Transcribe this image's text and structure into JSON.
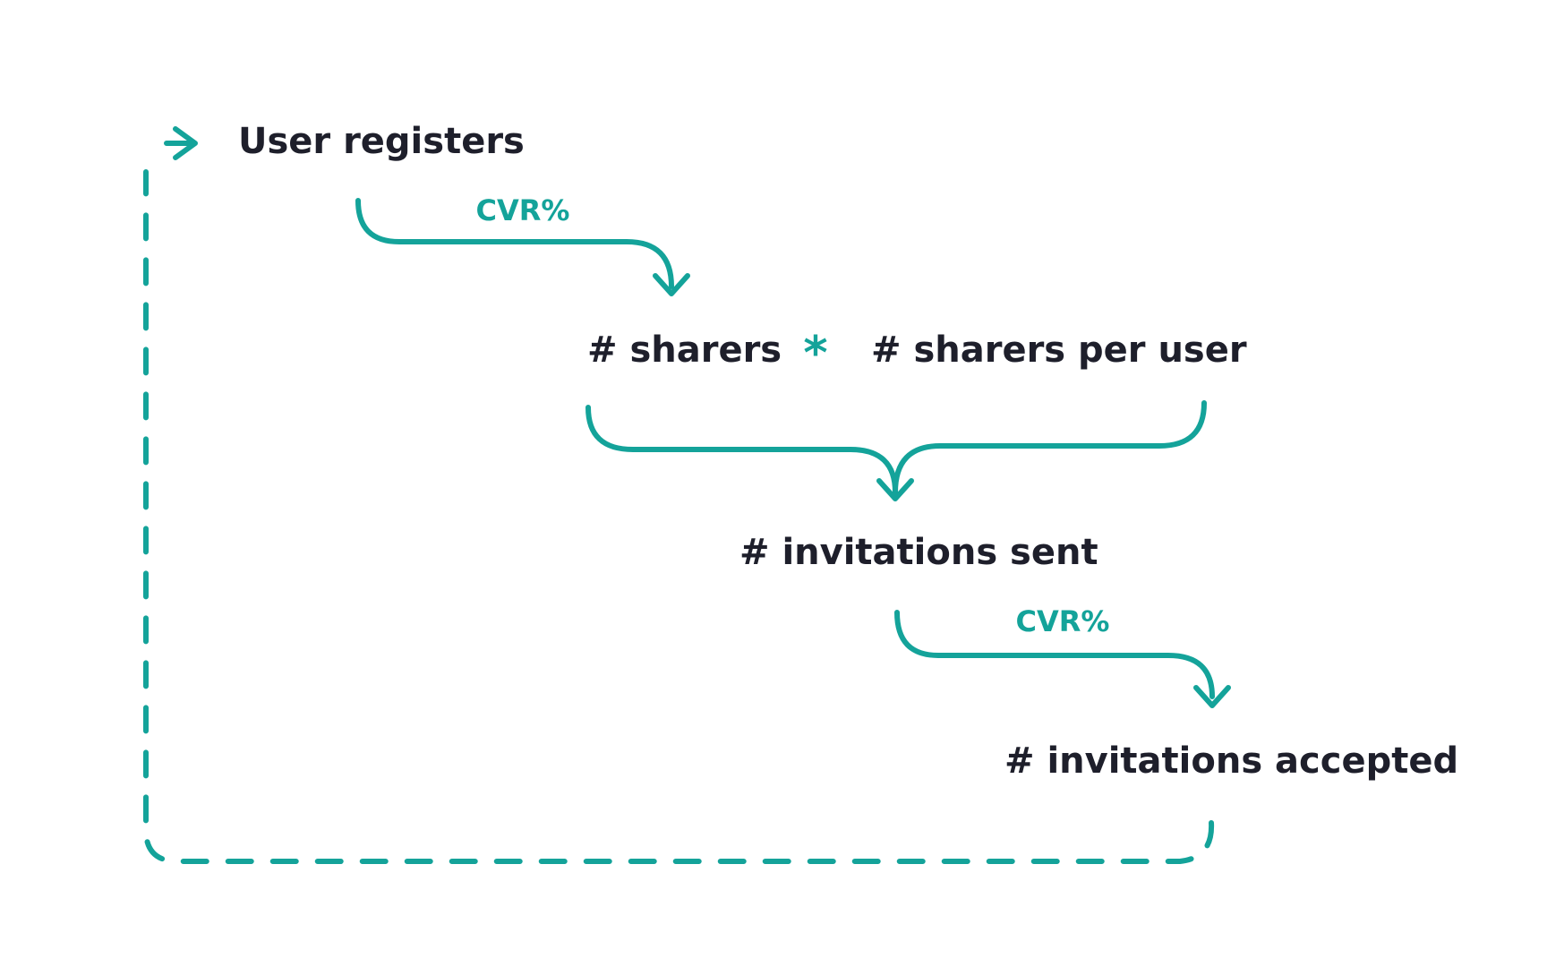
{
  "colors": {
    "accent": "#14a39a",
    "text": "#1e1f2b",
    "background": "#ffffff"
  },
  "nodes": {
    "user_registers": "User registers",
    "sharers": "# sharers",
    "sharers_per_user": "# sharers per user",
    "invitations_sent": "# invitations sent",
    "invitations_accepted": "# invitations accepted"
  },
  "edges": {
    "registers_to_sharers": "CVR%",
    "sent_to_accepted": "CVR%"
  },
  "operator": "*"
}
